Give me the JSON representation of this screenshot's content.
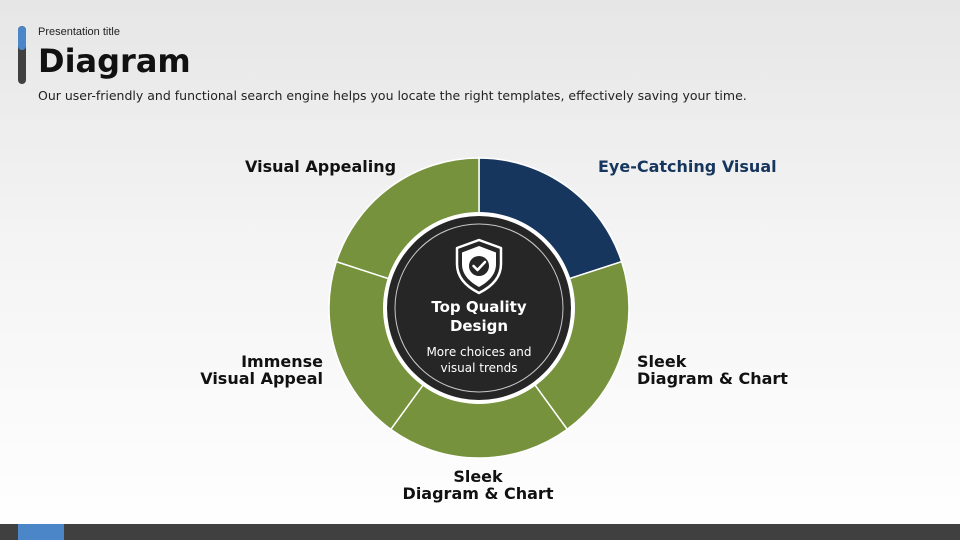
{
  "header": {
    "eyebrow": "Presentation title",
    "title": "Diagram",
    "subtitle": "Our user-friendly  and functional  search  engine  helps  you locate  the right templates,  effectively  saving your time."
  },
  "center": {
    "title_line1": "Top Quality",
    "title_line2": "Design",
    "sub_line1": "More choices  and",
    "sub_line2": "visual  trends",
    "icon": "shield-check-icon"
  },
  "segments": {
    "top_left": {
      "line1": "Visual Appealing"
    },
    "top_right": {
      "line1": "Eye-Catching Visual"
    },
    "right": {
      "line1": "Sleek",
      "line2": "Diagram & Chart"
    },
    "bottom": {
      "line1": "Sleek",
      "line2": "Diagram & Chart"
    },
    "left": {
      "line1": "Immense",
      "line2": "Visual Appeal"
    }
  },
  "colors": {
    "green": "#76923c",
    "navy": "#16365e",
    "center_dark": "#262626",
    "accent_blue": "#4a86c8",
    "footer": "#404040"
  }
}
